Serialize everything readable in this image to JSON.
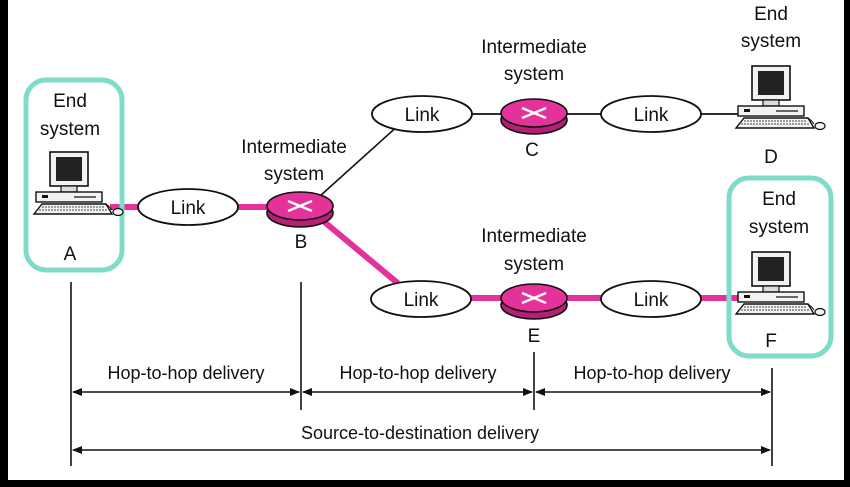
{
  "colors": {
    "path": "#e5319a",
    "router": "#e5319a",
    "highlight": "#7fdcc8",
    "line": "#111111"
  },
  "nodes": {
    "A": {
      "line1": "End",
      "line2": "system",
      "letter": "A"
    },
    "B": {
      "line1": "Intermediate",
      "line2": "system",
      "letter": "B"
    },
    "C": {
      "line1": "Intermediate",
      "line2": "system",
      "letter": "C"
    },
    "D": {
      "line1": "End",
      "line2": "system",
      "letter": "D"
    },
    "E": {
      "line1": "Intermediate",
      "line2": "system",
      "letter": "E"
    },
    "F": {
      "line1": "End",
      "line2": "system",
      "letter": "F"
    }
  },
  "links": {
    "ab": "Link",
    "bc": "Link",
    "cd": "Link",
    "be": "Link",
    "ef": "Link"
  },
  "delivery": {
    "hop1": "Hop-to-hop delivery",
    "hop2": "Hop-to-hop delivery",
    "hop3": "Hop-to-hop delivery",
    "source": "Source-to-destination delivery"
  }
}
